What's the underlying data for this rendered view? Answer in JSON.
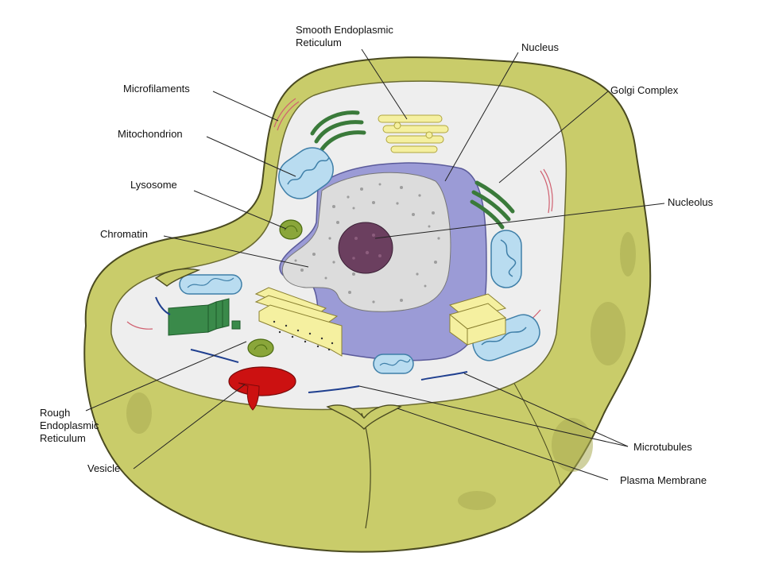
{
  "labels": {
    "smooth_er_line1": "Smooth Endoplasmic",
    "smooth_er_line2": "Reticulum",
    "nucleus": "Nucleus",
    "microfilaments": "Microfilaments",
    "golgi_complex": "Golgi Complex",
    "mitochondrion": "Mitochondrion",
    "lysosome": "Lysosome",
    "nucleolus": "Nucleolus",
    "chromatin": "Chromatin",
    "rough_er_line1": "Rough",
    "rough_er_line2": "Endoplasmic",
    "rough_er_line3": "Reticulum",
    "vesicle": "Vesicle",
    "microtubules": "Microtubules",
    "plasma_membrane": "Plasma Membrane"
  },
  "colors": {
    "cell_body": "#c9cc6a",
    "cell_outline": "#4a4a20",
    "cytoplasm": "#eeeeee",
    "nuclear_envelope": "#9b9bd6",
    "nucleoplasm": "#dcdcdc",
    "nucleolus": "#6b3f5f",
    "golgi": "#3a7a3a",
    "smooth_er": "#f5f0a0",
    "rough_er": "#f5f0a0",
    "mitochondrion": "#b9dcf0",
    "lysosome": "#8aa63a",
    "vesicle": "#cc1111",
    "microtubule": "#1f3f8f",
    "microfilament": "#d06070",
    "leader_line": "#222222"
  }
}
